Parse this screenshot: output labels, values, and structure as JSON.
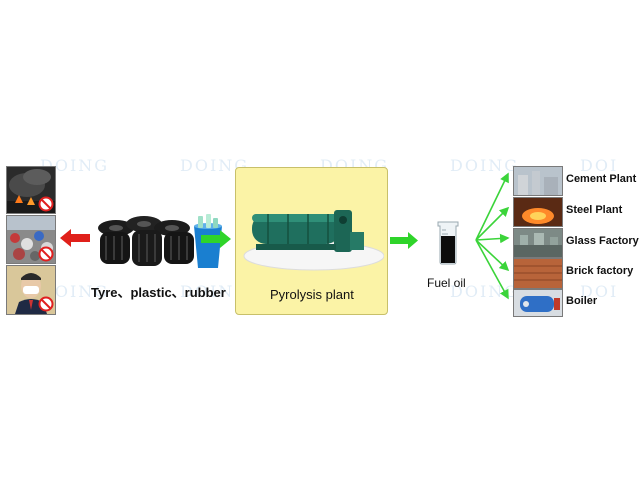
{
  "diagram": {
    "inputs_label": "Tyre、plastic、rubber",
    "center_label": "Pyrolysis plant",
    "product_label": "Fuel oil",
    "applications": [
      {
        "label": "Cement Plant",
        "icon": "cement-plant-photo"
      },
      {
        "label": "Steel Plant",
        "icon": "steel-plant-photo"
      },
      {
        "label": "Glass Factory",
        "icon": "glass-factory-photo"
      },
      {
        "label": "Brick factory",
        "icon": "brick-factory-photo"
      },
      {
        "label": "Boiler",
        "icon": "boiler-photo"
      }
    ],
    "pollution_images": [
      "black-smoke-photo",
      "waste-pile-photo",
      "masked-person-photo"
    ],
    "colors": {
      "center_box": "#fbf3a6",
      "arrow_green": "#2fd42a",
      "arrow_red": "#e0201a",
      "branch_green": "#3bd43a",
      "watermark": "#c9def0"
    }
  }
}
